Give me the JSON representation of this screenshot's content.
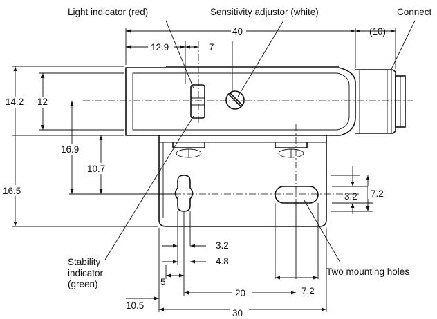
{
  "labels": {
    "light_indicator": "Light indicator (red)",
    "sensitivity_adjustor": "Sensitivity adjustor (white)",
    "connector": "Connect",
    "stability_line1": "Stability",
    "stability_line2": "indicator",
    "stability_line3": "(green)",
    "mounting_holes": "Two mounting holes"
  },
  "dimensions": {
    "overall_length": "40",
    "connector_length": "(10)",
    "light_offset": "12.9",
    "light_pitch": "7",
    "body_height_outer": "14.2",
    "body_height_inner": "12",
    "bracket_offset": "16.9",
    "bracket_hole_offset": "10.7",
    "total_height": "16.5",
    "slot_height": "7.2",
    "slot_half": "3.2",
    "hole_width": "3.2",
    "hole_span": "4.8",
    "hole_offset": "5",
    "hole_pitch": "20",
    "slot_width": "7.2",
    "bracket_left": "10.5",
    "bracket_width": "30"
  }
}
